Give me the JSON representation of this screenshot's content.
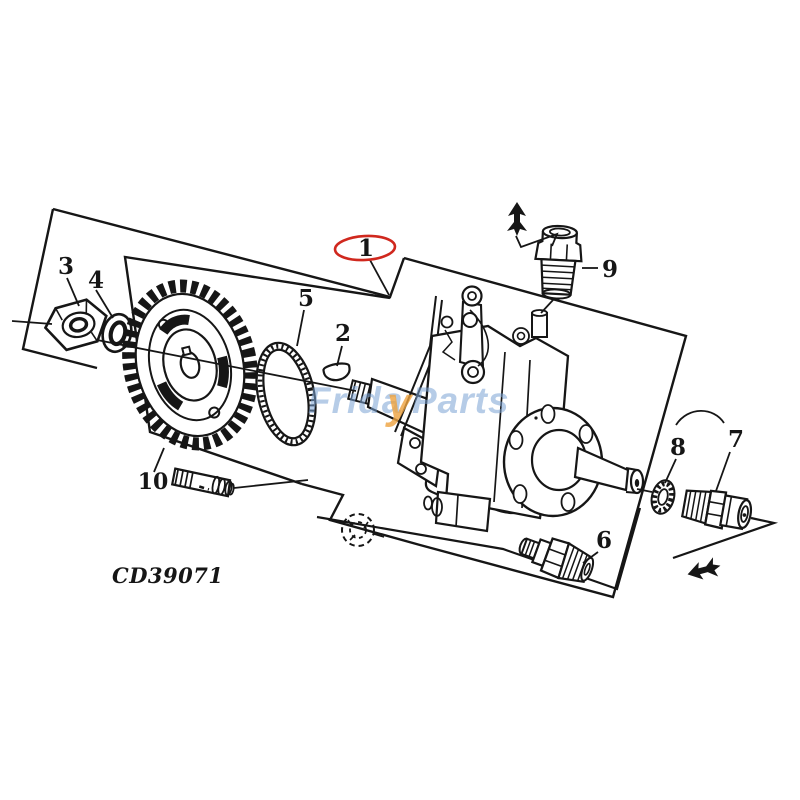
{
  "diagram": {
    "drawing_code": "CD39071",
    "watermark": {
      "prefix": "Frida",
      "accent": "y",
      "suffix": "Parts"
    },
    "colors": {
      "annotation": "#d0281e",
      "line": "#161616",
      "watermark_blue": "#7ba3d4",
      "watermark_orange": "#eea23e"
    },
    "parts": {
      "p1": {
        "label": "1"
      },
      "p2": {
        "label": "2"
      },
      "p3": {
        "label": "3"
      },
      "p4": {
        "label": "4"
      },
      "p5": {
        "label": "5"
      },
      "p6": {
        "label": "6"
      },
      "p7": {
        "label": "7"
      },
      "p8": {
        "label": "8"
      },
      "p9": {
        "label": "9"
      },
      "p10": {
        "label": "10"
      }
    },
    "icons": {
      "arrow_up": "assembly-direction-arrow-up",
      "arrow_side": "assembly-direction-arrow-side"
    }
  }
}
